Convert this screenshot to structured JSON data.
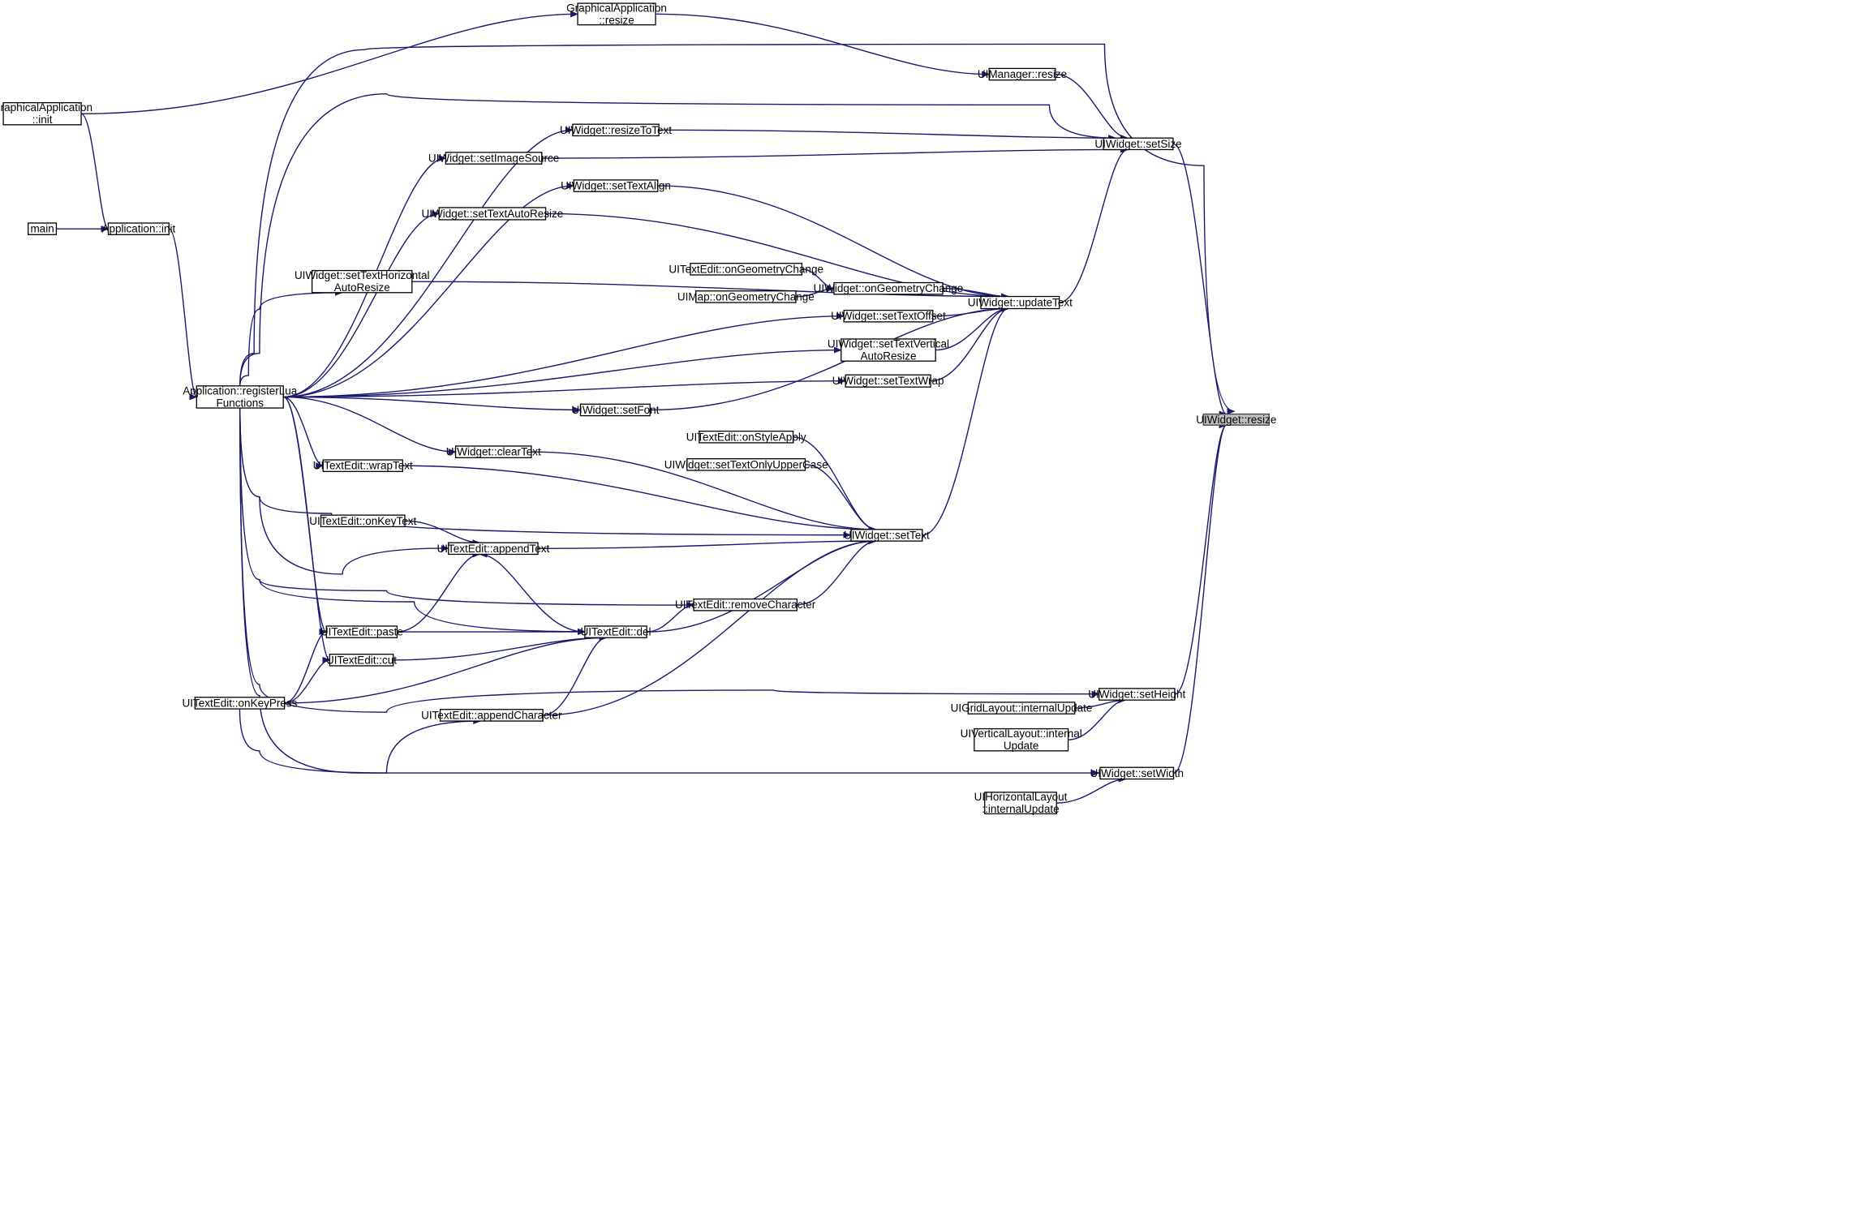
{
  "graph": {
    "type": "caller-graph",
    "colors": {
      "edge": "#191970",
      "node_border": "#000000",
      "root_fill": "#bfbfbf",
      "background": "#ffffff"
    },
    "nodes": [
      {
        "id": "uiw_resize",
        "lines": [
          "UIWidget::resize"
        ],
        "root": true
      },
      {
        "id": "ga_resize",
        "lines": [
          "GraphicalApplication",
          "::resize"
        ]
      },
      {
        "id": "ga_init",
        "lines": [
          "GraphicalApplication",
          "::init"
        ]
      },
      {
        "id": "main",
        "lines": [
          "main"
        ]
      },
      {
        "id": "app_init",
        "lines": [
          "Application::init"
        ]
      },
      {
        "id": "app_reg",
        "lines": [
          "Application::registerLua",
          "Functions"
        ]
      },
      {
        "id": "uim_resize",
        "lines": [
          "UIManager::resize"
        ]
      },
      {
        "id": "setSize",
        "lines": [
          "UIWidget::setSize"
        ]
      },
      {
        "id": "resizeToText",
        "lines": [
          "UIWidget::resizeToText"
        ]
      },
      {
        "id": "setImageSource",
        "lines": [
          "UIWidget::setImageSource"
        ]
      },
      {
        "id": "setTextAlign",
        "lines": [
          "UIWidget::setTextAlign"
        ]
      },
      {
        "id": "setTextAutoResize",
        "lines": [
          "UIWidget::setTextAutoResize"
        ]
      },
      {
        "id": "setTextHAR",
        "lines": [
          "UIWidget::setTextHorizontal",
          "AutoResize"
        ]
      },
      {
        "id": "te_ogc",
        "lines": [
          "UITextEdit::onGeometryChange"
        ]
      },
      {
        "id": "map_ogc",
        "lines": [
          "UIMap::onGeometryChange"
        ]
      },
      {
        "id": "w_ogc",
        "lines": [
          "UIWidget::onGeometryChange"
        ]
      },
      {
        "id": "updateText",
        "lines": [
          "UIWidget::updateText"
        ]
      },
      {
        "id": "setTextOffset",
        "lines": [
          "UIWidget::setTextOffset"
        ]
      },
      {
        "id": "setTextVAR",
        "lines": [
          "UIWidget::setTextVertical",
          "AutoResize"
        ]
      },
      {
        "id": "setTextWrap",
        "lines": [
          "UIWidget::setTextWrap"
        ]
      },
      {
        "id": "setFont",
        "lines": [
          "UIWidget::setFont"
        ]
      },
      {
        "id": "te_osa",
        "lines": [
          "UITextEdit::onStyleApply"
        ]
      },
      {
        "id": "setTextOUC",
        "lines": [
          "UIWidget::setTextOnlyUpperCase"
        ]
      },
      {
        "id": "clearText",
        "lines": [
          "UIWidget::clearText"
        ]
      },
      {
        "id": "wrapText",
        "lines": [
          "UITextEdit::wrapText"
        ]
      },
      {
        "id": "setText",
        "lines": [
          "UIWidget::setText"
        ]
      },
      {
        "id": "onKeyText",
        "lines": [
          "UITextEdit::onKeyText"
        ]
      },
      {
        "id": "appendText",
        "lines": [
          "UITextEdit::appendText"
        ]
      },
      {
        "id": "removeChar",
        "lines": [
          "UITextEdit::removeCharacter"
        ]
      },
      {
        "id": "paste",
        "lines": [
          "UITextEdit::paste"
        ]
      },
      {
        "id": "del",
        "lines": [
          "UITextEdit::del"
        ]
      },
      {
        "id": "cut",
        "lines": [
          "UITextEdit::cut"
        ]
      },
      {
        "id": "onKeyPress",
        "lines": [
          "UITextEdit::onKeyPress"
        ]
      },
      {
        "id": "appendChar",
        "lines": [
          "UITextEdit::appendCharacter"
        ]
      },
      {
        "id": "setHeight",
        "lines": [
          "UIWidget::setHeight"
        ]
      },
      {
        "id": "grid_iu",
        "lines": [
          "UIGridLayout::internalUpdate"
        ]
      },
      {
        "id": "vert_iu",
        "lines": [
          "UIVerticalLayout::internal",
          "Update"
        ]
      },
      {
        "id": "setWidth",
        "lines": [
          "UIWidget::setWidth"
        ]
      },
      {
        "id": "horiz_iu",
        "lines": [
          "UIHorizontalLayout",
          "::internalUpdate"
        ]
      }
    ],
    "edges": [
      [
        "ga_resize",
        "uim_resize"
      ],
      [
        "ga_init",
        "ga_resize"
      ],
      [
        "ga_init",
        "app_init"
      ],
      [
        "main",
        "app_init"
      ],
      [
        "app_init",
        "app_reg"
      ],
      [
        "app_reg",
        "uiw_resize"
      ],
      [
        "app_reg",
        "setSize"
      ],
      [
        "app_reg",
        "resizeToText"
      ],
      [
        "app_reg",
        "setImageSource"
      ],
      [
        "app_reg",
        "setTextAlign"
      ],
      [
        "app_reg",
        "setTextAutoResize"
      ],
      [
        "app_reg",
        "setTextHAR"
      ],
      [
        "app_reg",
        "setTextOffset"
      ],
      [
        "app_reg",
        "setTextVAR"
      ],
      [
        "app_reg",
        "setTextWrap"
      ],
      [
        "app_reg",
        "setFont"
      ],
      [
        "app_reg",
        "clearText"
      ],
      [
        "app_reg",
        "wrapText"
      ],
      [
        "app_reg",
        "setText"
      ],
      [
        "app_reg",
        "appendText"
      ],
      [
        "app_reg",
        "removeChar"
      ],
      [
        "app_reg",
        "paste"
      ],
      [
        "app_reg",
        "del"
      ],
      [
        "app_reg",
        "cut"
      ],
      [
        "app_reg",
        "setHeight"
      ],
      [
        "app_reg",
        "setWidth"
      ],
      [
        "uim_resize",
        "setSize"
      ],
      [
        "setSize",
        "uiw_resize"
      ],
      [
        "resizeToText",
        "setSize"
      ],
      [
        "setImageSource",
        "setSize"
      ],
      [
        "updateText",
        "setSize"
      ],
      [
        "setTextAlign",
        "updateText"
      ],
      [
        "setTextAutoResize",
        "updateText"
      ],
      [
        "setTextHAR",
        "updateText"
      ],
      [
        "te_ogc",
        "w_ogc"
      ],
      [
        "map_ogc",
        "w_ogc"
      ],
      [
        "w_ogc",
        "updateText"
      ],
      [
        "setTextOffset",
        "updateText"
      ],
      [
        "setTextVAR",
        "updateText"
      ],
      [
        "setTextWrap",
        "updateText"
      ],
      [
        "setFont",
        "updateText"
      ],
      [
        "setText",
        "updateText"
      ],
      [
        "te_osa",
        "setText"
      ],
      [
        "setTextOUC",
        "setText"
      ],
      [
        "clearText",
        "setText"
      ],
      [
        "wrapText",
        "setText"
      ],
      [
        "appendText",
        "setText"
      ],
      [
        "removeChar",
        "setText"
      ],
      [
        "del",
        "setText"
      ],
      [
        "appendChar",
        "setText"
      ],
      [
        "onKeyText",
        "appendText"
      ],
      [
        "paste",
        "appendText"
      ],
      [
        "del",
        "appendText"
      ],
      [
        "del",
        "removeChar"
      ],
      [
        "paste",
        "del"
      ],
      [
        "cut",
        "del"
      ],
      [
        "onKeyPress",
        "del"
      ],
      [
        "appendChar",
        "del"
      ],
      [
        "onKeyPress",
        "paste"
      ],
      [
        "onKeyPress",
        "cut"
      ],
      [
        "onKeyPress",
        "appendChar"
      ],
      [
        "setHeight",
        "uiw_resize"
      ],
      [
        "grid_iu",
        "setHeight"
      ],
      [
        "vert_iu",
        "setHeight"
      ],
      [
        "setWidth",
        "uiw_resize"
      ],
      [
        "horiz_iu",
        "setWidth"
      ]
    ]
  }
}
